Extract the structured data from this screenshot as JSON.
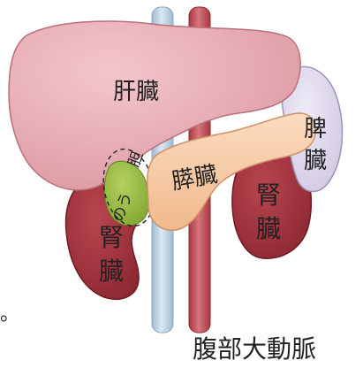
{
  "labels": {
    "liver": "肝臓",
    "gallbladder_line1": "胆",
    "gallbladder_line2": "のう",
    "pancreas": "膵臓",
    "spleen_line1": "脾",
    "spleen_line2": "臓",
    "right_kidney_line1": "腎",
    "right_kidney_line2": "臓",
    "left_kidney_line1": "腎",
    "left_kidney_line2": "臓",
    "aorta": "腹部大動脈",
    "stray_mark": "。"
  },
  "colors": {
    "liver": "#e7a8b0",
    "liver_stroke": "#b9707a",
    "kidney": "#a23440",
    "kidney_stroke": "#6d1b24",
    "spleen": "#dcd5ea",
    "spleen_stroke": "#9e93b8",
    "pancreas": "#f7c8a0",
    "pancreas_stroke": "#d0926a",
    "gallbladder": "#96b93e",
    "vena_cava": "#b7cde0",
    "aorta_vessel": "#c0474f"
  }
}
